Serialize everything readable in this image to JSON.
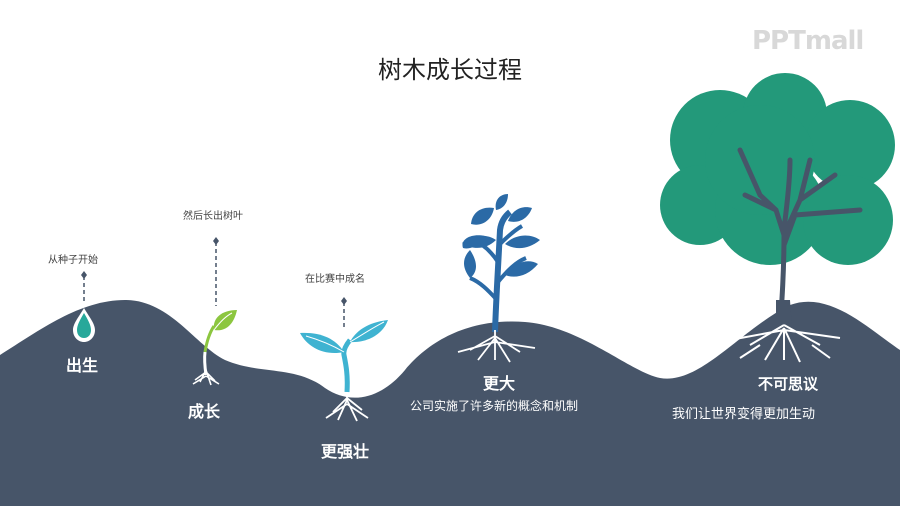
{
  "title": "树木成长过程",
  "logo": "PPTmall",
  "colors": {
    "hill": "#475569",
    "drop": "#27a89a",
    "sprout_green": "#8cc63f",
    "seedling_blue": "#3fb3d1",
    "tree_blue": "#2b6aa6",
    "canopy": "#23997a",
    "trunk": "#475569"
  },
  "stages": [
    {
      "caption": "从种子开始",
      "label": "出生",
      "icon": "water-drop-icon"
    },
    {
      "caption": "然后长出树叶",
      "label": "成长",
      "icon": "sprout-icon"
    },
    {
      "caption": "在比赛中成名",
      "label": "更强壮",
      "icon": "seedling-icon"
    },
    {
      "caption": "",
      "label": "更大",
      "subtitle": "公司实施了许多新的概念和机制",
      "icon": "young-tree-icon"
    },
    {
      "caption": "",
      "label": "不可思议",
      "subtitle": "我们让世界变得更加生动",
      "icon": "big-tree-icon"
    }
  ]
}
